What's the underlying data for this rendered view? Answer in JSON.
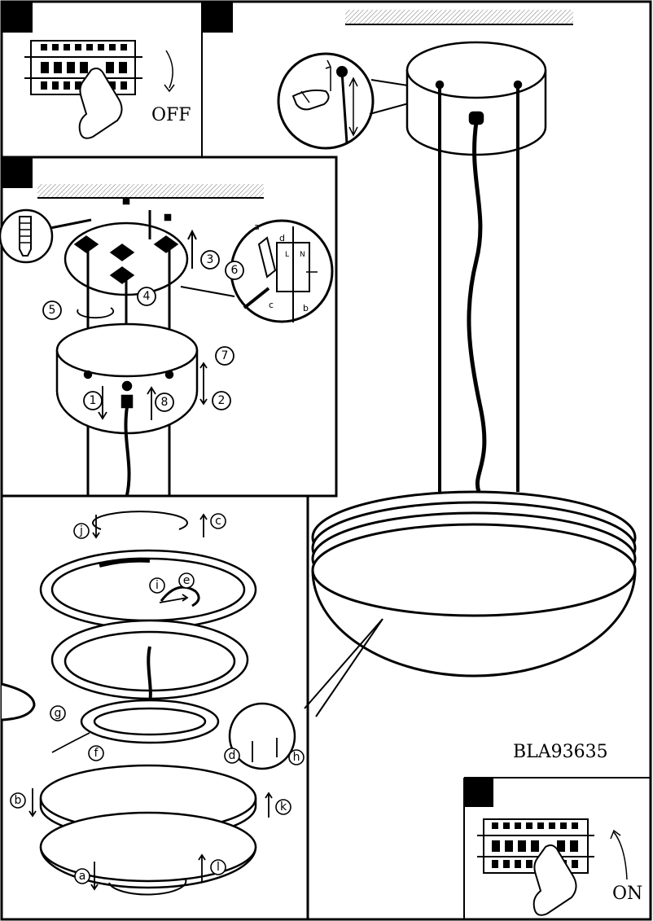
{
  "model_code": "BLA93635",
  "labels": {
    "off": "OFF",
    "on": "ON"
  },
  "step_numbers": [
    "1",
    "2",
    "3",
    "4",
    "5",
    "6",
    "7",
    "8"
  ],
  "wiring": {
    "letters": [
      "a",
      "b",
      "c",
      "d"
    ],
    "terminals": [
      "L",
      "N"
    ]
  },
  "step_letters": [
    "a",
    "b",
    "c",
    "d",
    "e",
    "f",
    "g",
    "h",
    "i",
    "j",
    "k",
    "l"
  ]
}
